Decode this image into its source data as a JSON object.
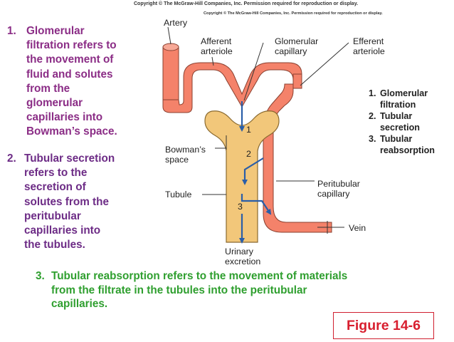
{
  "copyright_top": "Copyright © The McGraw-Hill Companies, Inc. Permission required for reproduction or display.",
  "copyright_inner": "Copyright © The McGraw-Hill Companies, Inc. Permission required for reproduction or display.",
  "notes": {
    "glomerular": {
      "number": "1.",
      "lines": [
        "Glomerular",
        "filtration refers to",
        "the movement of",
        "fluid and solutes",
        "from the",
        "glomerular",
        "capillaries into",
        "Bowman’s space."
      ]
    },
    "secretion": {
      "number": "2.",
      "first_line": "Tubular secretion",
      "lines": [
        "refers to the",
        "secretion of",
        "solutes from the",
        "peritubular",
        "capillaries into",
        "the tubules."
      ]
    },
    "reabsorption": {
      "number": "3.",
      "first_line": "Tubular reabsorption refers to the movement of materials",
      "lines": [
        "from the filtrate in the tubules into the peritubular",
        "capillaries."
      ]
    }
  },
  "diagram": {
    "labels": {
      "artery": "Artery",
      "afferent_1": "Afferent",
      "afferent_2": "arteriole",
      "glomerular_1": "Glomerular",
      "glomerular_2": "capillary",
      "efferent_1": "Efferent",
      "efferent_2": "arteriole",
      "bowmans_1": "Bowman’s",
      "bowmans_2": "space",
      "tubule": "Tubule",
      "peritubular_1": "Peritubular",
      "peritubular_2": "capillary",
      "vein": "Vein",
      "urinary_1": "Urinary",
      "urinary_2": "excretion",
      "marker_1": "1",
      "marker_2": "2",
      "marker_3": "3"
    },
    "legend": [
      {
        "number": "1.",
        "lines": [
          "Glomerular",
          "filtration"
        ]
      },
      {
        "number": "2.",
        "lines": [
          "Tubular",
          "secretion"
        ]
      },
      {
        "number": "3.",
        "lines": [
          "Tubular",
          "reabsorption"
        ]
      }
    ],
    "colors": {
      "vessel": "#f4826a",
      "vessel_stroke": "#8a4030",
      "tubule": "#f2c77a",
      "tubule_stroke": "#8a6a30",
      "arrow": "#2a5ea8"
    }
  },
  "figure_label": "Figure 14-6",
  "colors": {
    "note1": "#8b2d86",
    "note2": "#6d2c86",
    "note3": "#2f9f2f",
    "figure": "#d81f2f"
  }
}
